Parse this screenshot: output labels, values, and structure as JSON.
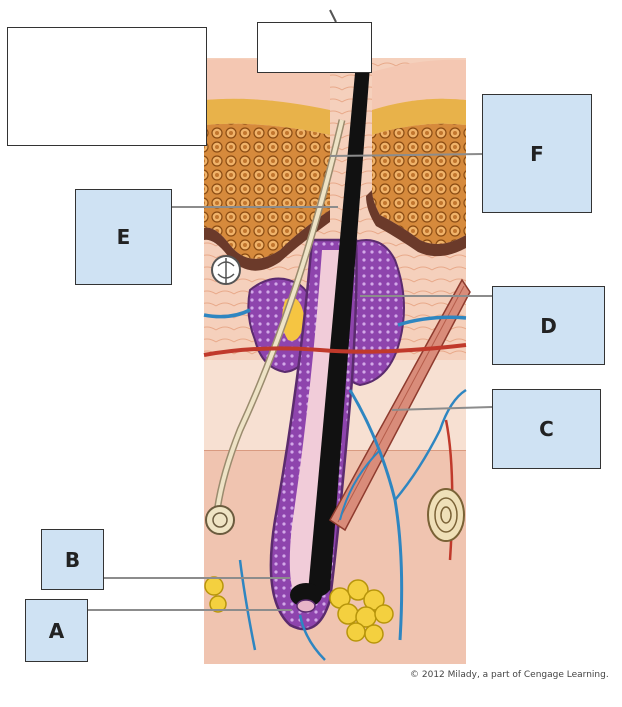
{
  "labels": {
    "a": "A",
    "b": "B",
    "c": "C",
    "d": "D",
    "e": "E",
    "f": "F"
  },
  "credit": "© 2012 Milady, a part of Cengage Learning.",
  "colors": {
    "label_fill": "#cfe2f3",
    "leader_line": "#8c8c8c",
    "hair_shaft": "#111111",
    "follicle": "#7b3f8c",
    "skin_dermis": "#f3d4c0",
    "blood_vessel_red": "#c0392b",
    "blood_vessel_blue": "#2e86c1",
    "fat_yellow": "#f1c40f",
    "epidermis_orange": "#e59866"
  }
}
